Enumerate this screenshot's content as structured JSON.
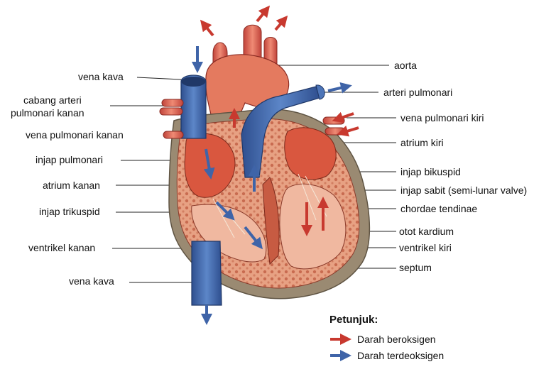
{
  "labels_left": [
    {
      "key": "vena_kava_top",
      "text": "vena kava"
    },
    {
      "key": "cabang_1",
      "text": "cabang arteri"
    },
    {
      "key": "cabang_2",
      "text": "pulmonari kanan"
    },
    {
      "key": "vena_pulm_kanan",
      "text": "vena pulmonari kanan"
    },
    {
      "key": "injap_pulm",
      "text": "injap pulmonari"
    },
    {
      "key": "atrium_kanan",
      "text": "atrium kanan"
    },
    {
      "key": "injap_triku",
      "text": "injap trikuspid"
    },
    {
      "key": "ventrikel_kanan",
      "text": "ventrikel kanan"
    },
    {
      "key": "vena_kava_bottom",
      "text": "vena kava"
    }
  ],
  "labels_right": [
    {
      "key": "aorta",
      "text": "aorta"
    },
    {
      "key": "arteri_pulm",
      "text": "arteri pulmonari"
    },
    {
      "key": "vena_pulm_kiri",
      "text": "vena pulmonari kiri"
    },
    {
      "key": "atrium_kiri",
      "text": "atrium kiri"
    },
    {
      "key": "injap_biku",
      "text": "injap bikuspid"
    },
    {
      "key": "injap_sabit",
      "text": "injap sabit (semi-lunar valve)"
    },
    {
      "key": "chordae",
      "text": "chordae tendinae"
    },
    {
      "key": "otot",
      "text": "otot kardium"
    },
    {
      "key": "ventrikel_kiri",
      "text": "ventrikel kiri"
    },
    {
      "key": "septum",
      "text": "septum"
    }
  ],
  "legend": {
    "title": "Petunjuk:",
    "oxygenated": "Darah beroksigen",
    "deoxygenated": "Darah terdeoksigen"
  },
  "colors": {
    "oxygenated": "#c8392f",
    "deoxygenated": "#3f64a8",
    "muscle": "#e2987a",
    "outer": "#9a8a72"
  }
}
